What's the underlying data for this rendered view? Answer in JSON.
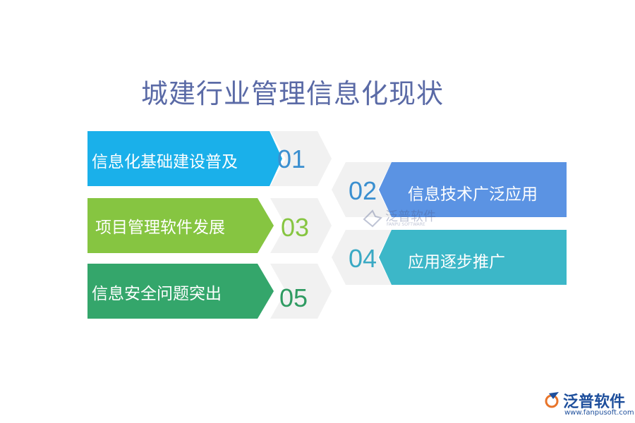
{
  "title": "城建行业管理信息化现状",
  "items": [
    {
      "number": "01",
      "label": "信息化基础建设普及",
      "color": "#1ab0ea",
      "number_color": "#3a8fd0"
    },
    {
      "number": "02",
      "label": "信息技术广泛应用",
      "color": "#5b93e3",
      "number_color": "#3a8fd0"
    },
    {
      "number": "03",
      "label": "项目管理软件发展",
      "color": "#86c541",
      "number_color": "#86c541"
    },
    {
      "number": "04",
      "label": "应用逐步推广",
      "color": "#3cb7c8",
      "number_color": "#3aa9c4"
    },
    {
      "number": "05",
      "label": "信息安全问题突出",
      "color": "#34a66b",
      "number_color": "#2f9b62"
    }
  ],
  "watermark": {
    "name": "泛普软件",
    "sub": "FANPU SOFTWARE"
  },
  "logo": {
    "name": "泛普软件",
    "url": "www.fanpusoft.com"
  }
}
